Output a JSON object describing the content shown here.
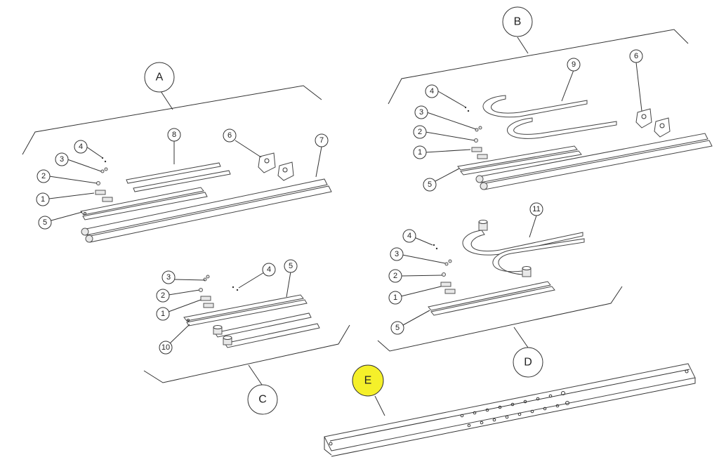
{
  "sections": {
    "A": {
      "label": "A",
      "highlighted": false
    },
    "B": {
      "label": "B",
      "highlighted": false
    },
    "C": {
      "label": "C",
      "highlighted": false
    },
    "D": {
      "label": "D",
      "highlighted": false
    },
    "E": {
      "label": "E",
      "highlighted": true
    }
  },
  "callouts": {
    "A": [
      "1",
      "2",
      "3",
      "4",
      "5",
      "6",
      "7",
      "8"
    ],
    "B": [
      "1",
      "2",
      "3",
      "4",
      "5",
      "6",
      "9"
    ],
    "C": [
      "1",
      "2",
      "3",
      "4",
      "5",
      "10"
    ],
    "D": [
      "1",
      "2",
      "3",
      "4",
      "5",
      "11"
    ]
  },
  "colors": {
    "highlight": "#f5f02a",
    "line": "#333333"
  }
}
